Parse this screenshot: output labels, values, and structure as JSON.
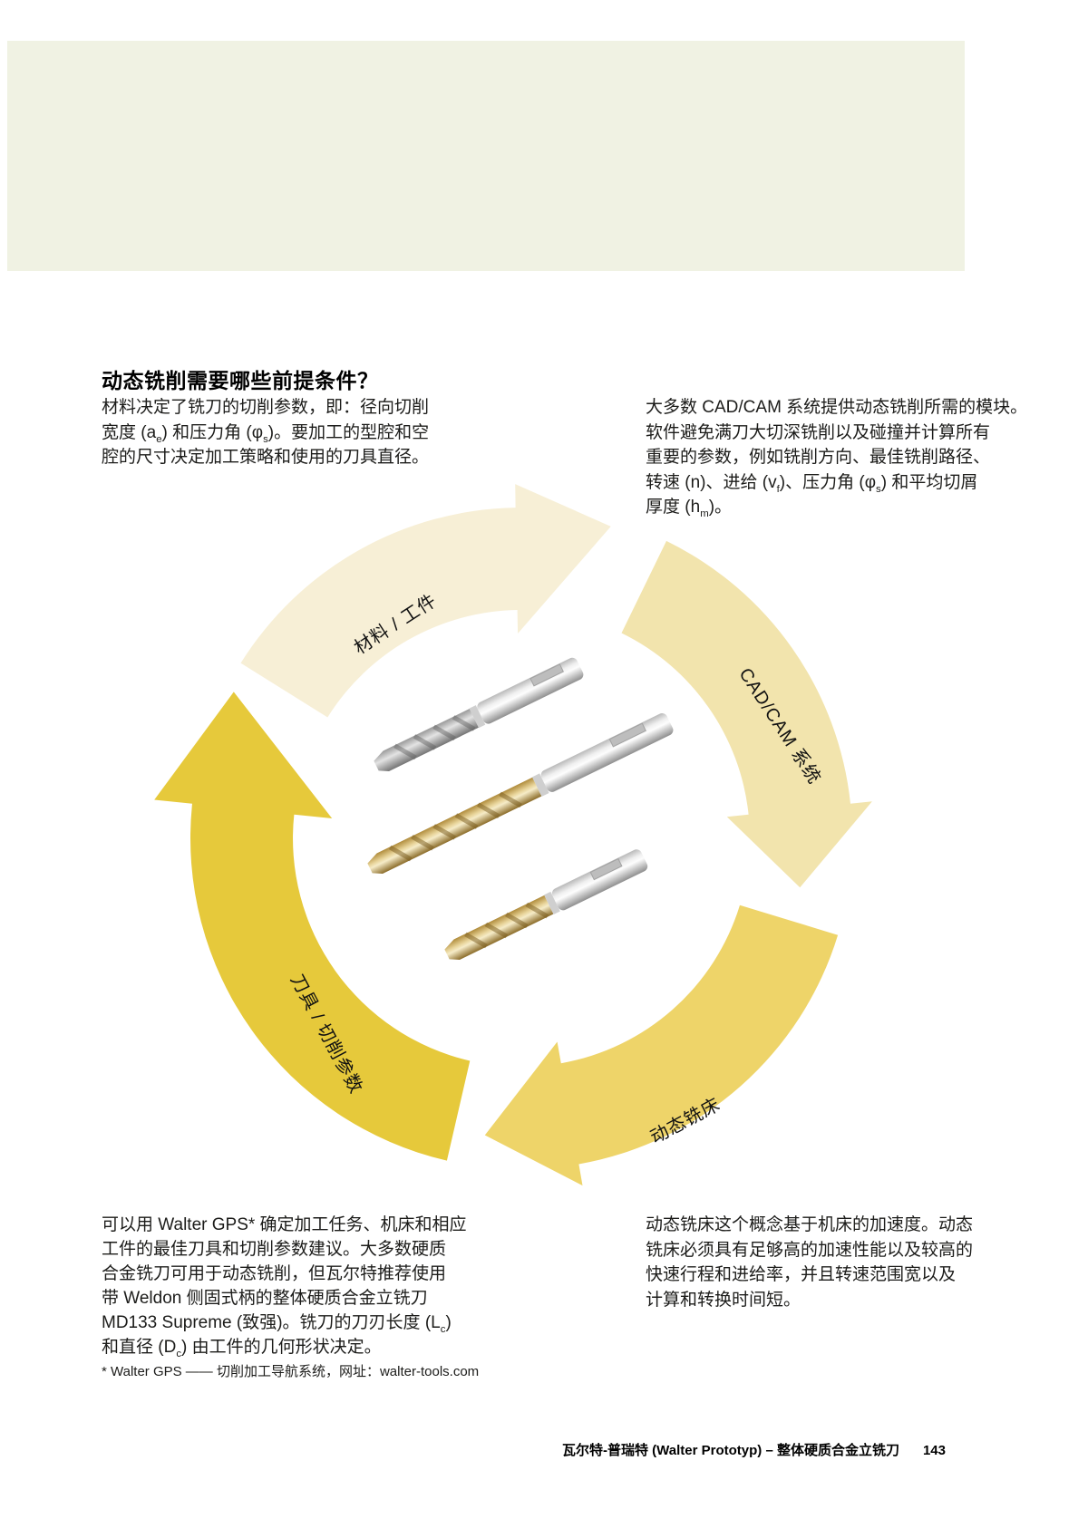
{
  "banner_color": "#f0f2e3",
  "heading": "动态铣削需要哪些前提条件？",
  "intro_left": {
    "lines": [
      "材料决定了铣刀的切削参数，即：径向切削",
      "宽度 (a~e~) 和压力角 (φ~s~)。要加工的型腔和空",
      "腔的尺寸决定加工策略和使用的刀具直径。"
    ]
  },
  "intro_right": {
    "lines": [
      "大多数 CAD/CAM 系统提供动态铣削所需的模块。",
      "软件避免满刀大切深铣削以及碰撞并计算所有",
      "重要的参数，例如铣削方向、最佳铣削路径、",
      "转速 (n)、进给 (v~f~)、压力角 (φ~s~) 和平均切屑",
      "厚度 (h~m~)。"
    ]
  },
  "cycle_diagram": {
    "labels": {
      "material": "材料 / 工件",
      "cadcam": "CAD/CAM 系统",
      "dynamic_machine": "动态铣床",
      "tool_params": "刀具 / 切削参数"
    },
    "colors": {
      "segment_material": "#f7efd6",
      "segment_cadcam": "#f2e4ad",
      "segment_machine": "#eed469",
      "segment_tool": "#e6c93b"
    }
  },
  "bottom_left": {
    "lines": [
      "可以用 Walter GPS* 确定加工任务、机床和相应",
      "工件的最佳刀具和切削参数建议。大多数硬质",
      "合金铣刀可用于动态铣削，但瓦尔特推荐使用",
      "带 Weldon 侧固式柄的整体硬质合金立铣刀",
      "MD133 Supreme (致强)。铣刀的刀刃长度 (L~c~)",
      "和直径 (D~c~) 由工件的几何形状决定。"
    ]
  },
  "footnote": "* Walter GPS —— 切削加工导航系统，网址：walter-tools.com",
  "bottom_right": {
    "lines": [
      "动态铣床这个概念基于机床的加速度。动态",
      "铣床必须具有足够高的加速性能以及较高的",
      "快速行程和进给率，并且转速范围宽以及",
      "计算和转换时间短。"
    ]
  },
  "footer": {
    "title": "瓦尔特-普瑞特 (Walter Prototyp) – 整体硬质合金立铣刀",
    "page_number": "143"
  }
}
